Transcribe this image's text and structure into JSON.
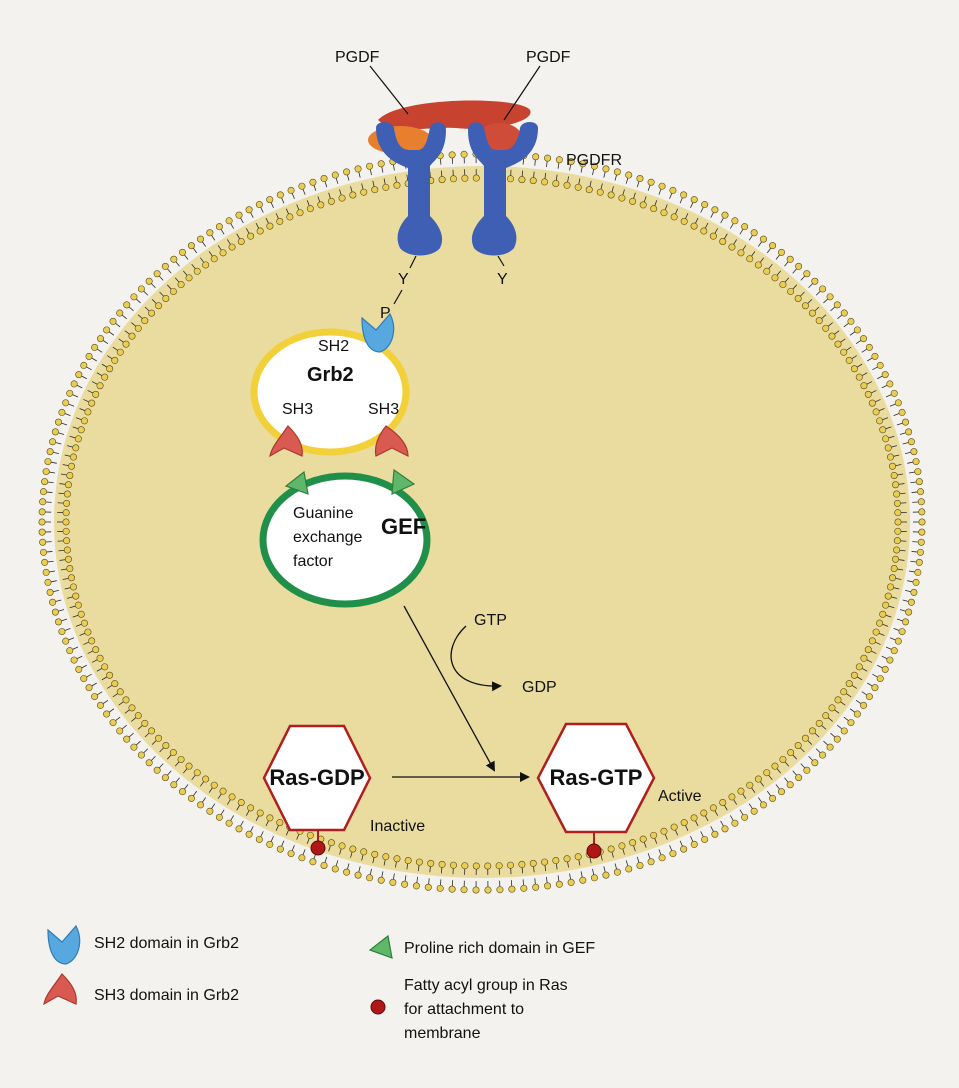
{
  "ligand": {
    "left_label": "PGDF",
    "right_label": "PGDF"
  },
  "receptor": {
    "label": "PGDFR",
    "left_tyrosine": "Y",
    "right_tyrosine": "Y",
    "phosphate": "P"
  },
  "grb2": {
    "title": "Grb2",
    "sh2": "SH2",
    "sh3_left": "SH3",
    "sh3_right": "SH3"
  },
  "gef": {
    "abbr": "GEF",
    "line1": "Guanine",
    "line2": "exchange",
    "line3": "factor"
  },
  "exchange": {
    "gtp": "GTP",
    "gdp": "GDP"
  },
  "ras_inactive": {
    "label": "Ras-GDP",
    "state": "Inactive"
  },
  "ras_active": {
    "label": "Ras-GTP",
    "state": "Active"
  },
  "legend": {
    "sh2": "SH2 domain in Grb2",
    "sh3": "SH3 domain in Grb2",
    "proline": "Proline rich domain in GEF",
    "fatty_line1": "Fatty acyl group in Ras",
    "fatty_line2": "for attachment to",
    "fatty_line3": "membrane"
  },
  "colors": {
    "cytoplasm": "#e9dc9e",
    "membrane_head": "#e8cd57",
    "receptor": "#3f5fb5",
    "ligand": "#d9573f",
    "grb2_ring": "#f2d03a",
    "gef_ring": "#1f8f4a",
    "sh2": "#58a8e0",
    "sh3": "#d95a50",
    "proline": "#5fb86a",
    "ras_border": "#b01e1e",
    "fatty": "#b01818"
  }
}
